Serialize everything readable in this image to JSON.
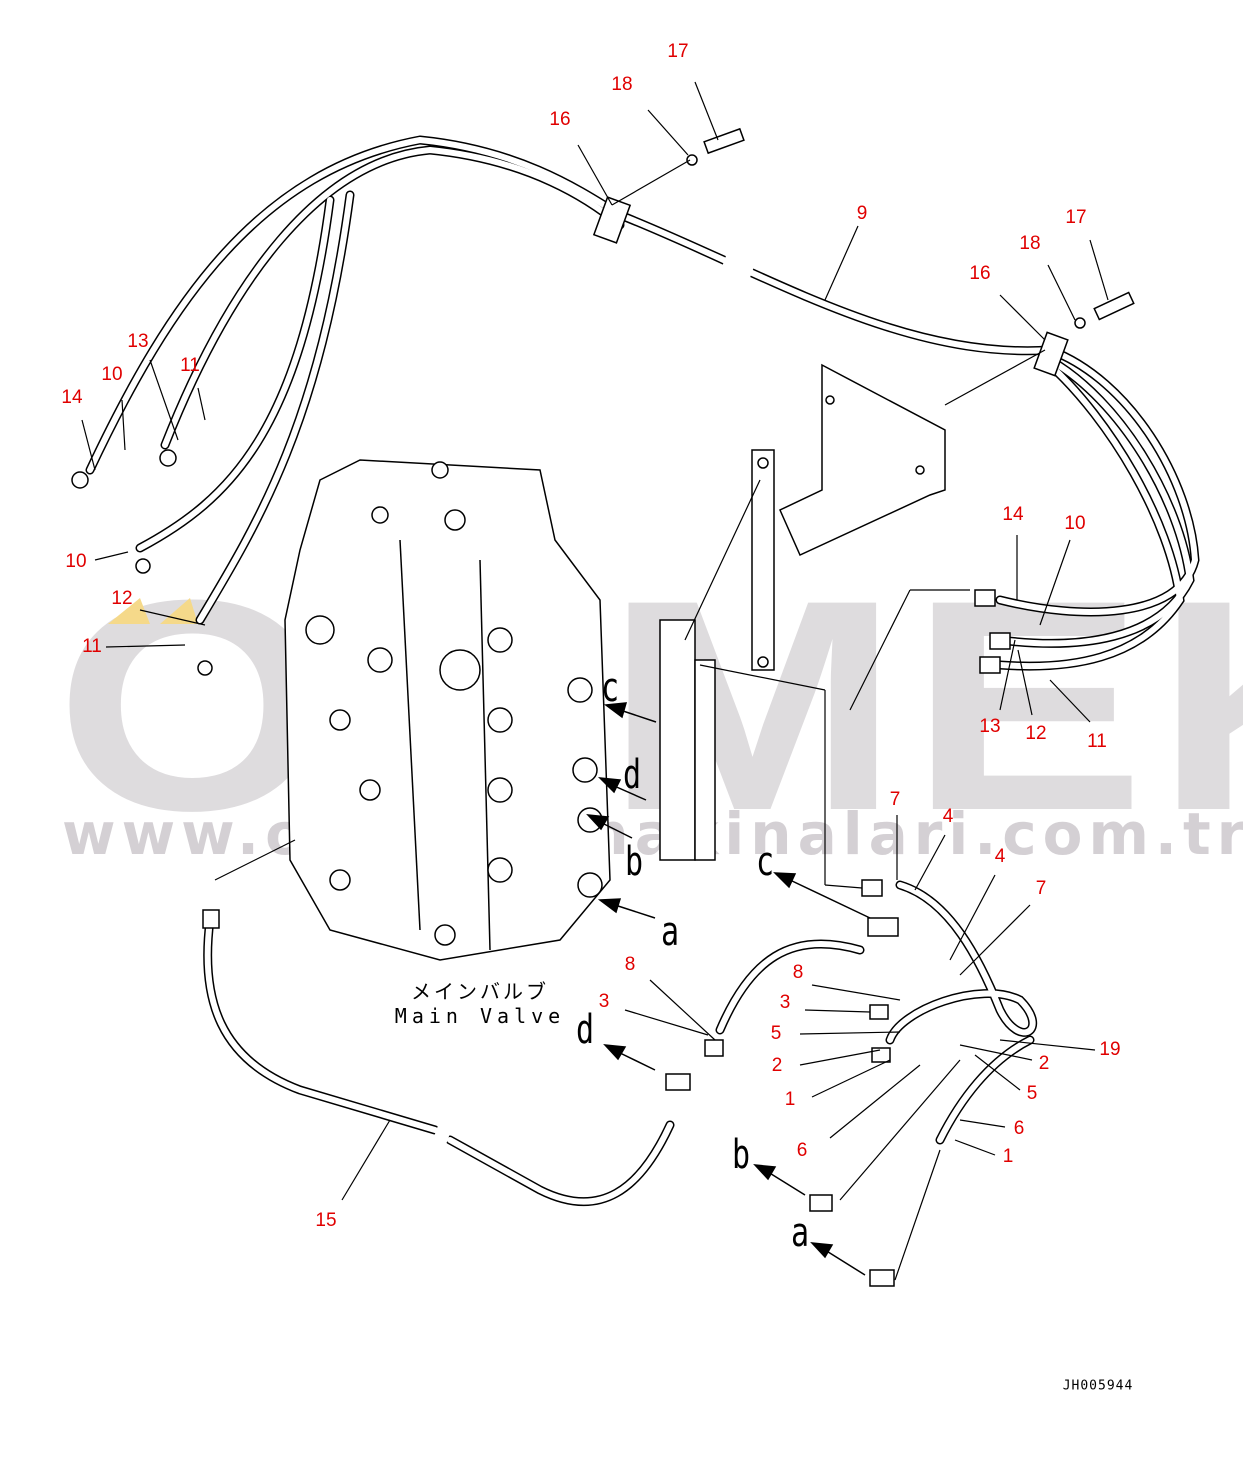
{
  "diagram": {
    "title_jp": "メインバルブ",
    "title_en": "Main Valve",
    "drawing_code": "JH005944"
  },
  "watermark": {
    "brand": "ORMEK",
    "url": "www.ormekismakinalari.com.tr",
    "accent_color": "#f5d98a"
  },
  "callouts": [
    "17",
    "18",
    "16",
    "9",
    "17",
    "18",
    "16",
    "13",
    "10",
    "11",
    "14",
    "10",
    "12",
    "11",
    "14",
    "10",
    "13",
    "12",
    "11",
    "7",
    "4",
    "4",
    "7",
    "8",
    "8",
    "3",
    "3",
    "5",
    "2",
    "1",
    "6",
    "19",
    "2",
    "5",
    "6",
    "1",
    "15"
  ],
  "port_letters": [
    "c",
    "d",
    "b",
    "a",
    "c",
    "d",
    "b",
    "a"
  ],
  "colors": {
    "callout": "#e00000",
    "line": "#000000"
  }
}
